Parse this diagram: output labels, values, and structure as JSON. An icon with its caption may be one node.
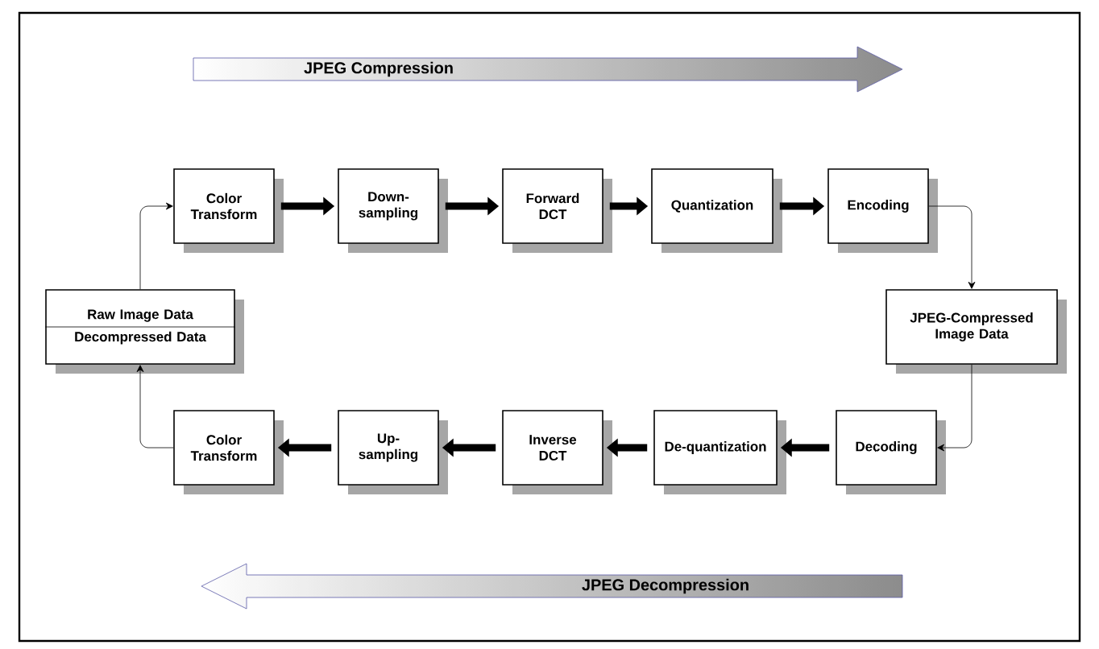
{
  "diagram": {
    "nodes": [
      {
        "text": [
          "Color Transform"
        ]
      },
      {
        "text": [
          "Down-sampling"
        ]
      },
      {
        "text": [
          "Forward DCT"
        ]
      },
      {
        "text": [
          "Quantization"
        ]
      },
      {
        "text": [
          "Encoding"
        ]
      },
      {
        "text": [
          "Raw Image Data",
          "Decompressed Data"
        ]
      },
      {
        "text": [
          "JPEG-Compressed Image Data"
        ]
      },
      {
        "text": [
          "Color Transform"
        ]
      },
      {
        "text": [
          "Up-sampling"
        ]
      },
      {
        "text": [
          "Inverse DCT"
        ]
      },
      {
        "text": [
          "De-quantization"
        ]
      },
      {
        "text": [
          "Decoding"
        ]
      }
    ],
    "edges": [
      {
        "from": 5,
        "to": 0,
        "arrow": "to"
      },
      {
        "from": 0,
        "to": 1,
        "arrow": "to"
      },
      {
        "from": 1,
        "to": 2,
        "arrow": "to"
      },
      {
        "from": 2,
        "to": 3,
        "arrow": "to"
      },
      {
        "from": 3,
        "to": 4,
        "arrow": "to"
      },
      {
        "from": 4,
        "to": 6,
        "arrow": "to"
      },
      {
        "from": 6,
        "to": 11,
        "arrow": "to"
      },
      {
        "from": 11,
        "to": 10,
        "arrow": "to"
      },
      {
        "from": 10,
        "to": 9,
        "arrow": "to"
      },
      {
        "from": 9,
        "to": 8,
        "arrow": "to"
      },
      {
        "from": 8,
        "to": 7,
        "arrow": "to"
      },
      {
        "from": 7,
        "to": 5,
        "arrow": "to"
      }
    ],
    "labels": [
      "JPEG Compression",
      "JPEG Decompression"
    ]
  }
}
